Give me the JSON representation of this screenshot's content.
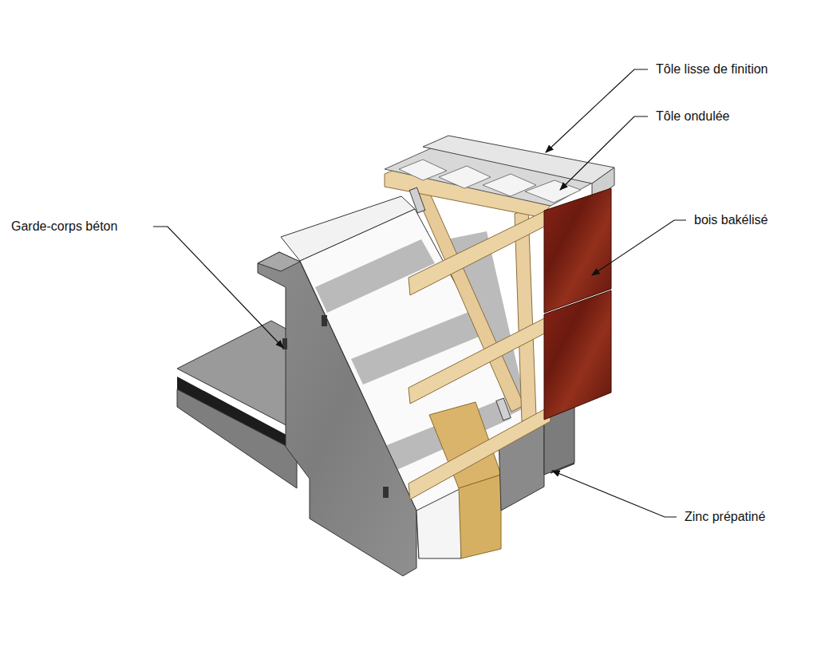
{
  "diagram": {
    "labels": [
      "Tôle lisse de finition",
      "Tôle ondulée",
      "bois bakélisé",
      "Garde-corps béton",
      "Zinc prépatiné"
    ]
  }
}
